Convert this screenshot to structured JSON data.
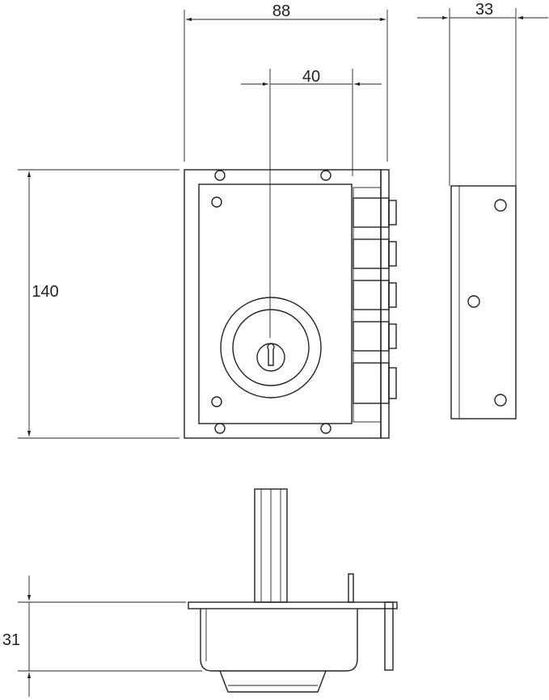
{
  "dimensions": {
    "width_88": "88",
    "depth_33": "33",
    "key_offset_40": "40",
    "height_140": "140",
    "thickness_31": "31"
  }
}
